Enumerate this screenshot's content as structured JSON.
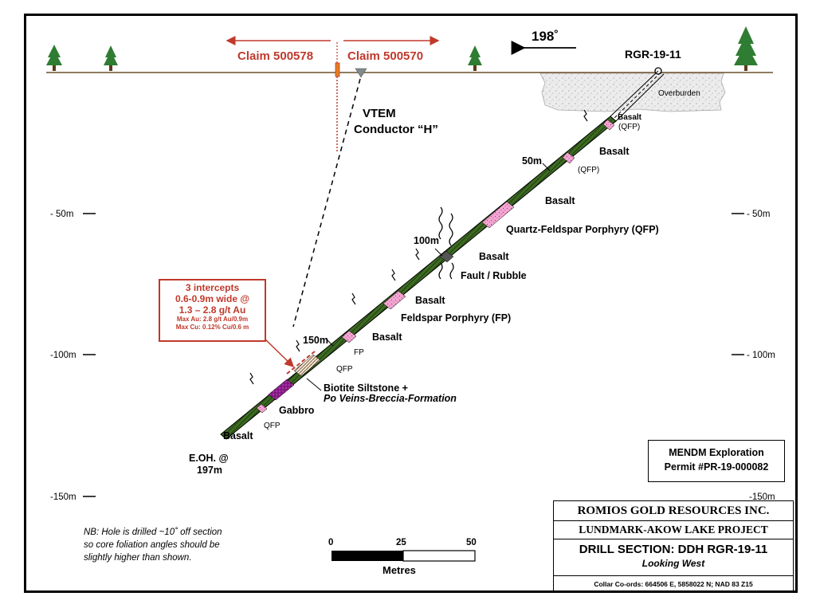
{
  "claims": {
    "left": "Claim 500578",
    "right": "Claim 500570"
  },
  "bearing": "198˚",
  "hole_id": "RGR-19-11",
  "overburden": "Overburden",
  "conductor": {
    "line1": "VTEM",
    "line2": "Conductor “H”"
  },
  "depth_ticks": {
    "m50": "- 50m",
    "m100": "-100m",
    "m150": "-150m"
  },
  "depth_ticks_right": {
    "m50": "- 50m",
    "m100": "- 100m",
    "m150": "-150m"
  },
  "lithology": {
    "basalt_top": "Basalt",
    "qfp_top": "(QFP)",
    "basalt_2": "Basalt",
    "qfp_2": "(QFP)",
    "m50": "50m",
    "basalt_3": "Basalt",
    "qfp_main": "Quartz-Feldspar Porphyry (QFP)",
    "m100": "100m",
    "basalt_4": "Basalt",
    "fault": "Fault / Rubble",
    "basalt_5": "Basalt",
    "fp": "Feldspar Porphyry (FP)",
    "basalt_6": "Basalt",
    "m150": "150m",
    "fp_short": "FP",
    "qfp_3": "QFP",
    "biotite_1": "Biotite  Siltstone +",
    "biotite_2": "Po Veins-Breccia-Formation",
    "gabbro": "Gabbro",
    "qfp_4": "QFP",
    "basalt_bottom": "Basalt",
    "eoh_1": "E.OH. @",
    "eoh_2": "197m"
  },
  "intercepts": {
    "line1": "3 intercepts",
    "line2": "0.6-0.9m wide @",
    "line3": "1.3 – 2.8 g/t Au",
    "line4": "Max Au:  2.8 g/t Au/0.9m",
    "line5": "Max Cu: 0.12% Cu/0.6 m"
  },
  "permit": {
    "line1": "MENDM Exploration",
    "line2": "Permit #PR-19-000082"
  },
  "note": {
    "line1": "NB: Hole is drilled ~10˚ off section",
    "line2": "so core foliation angles should be",
    "line3": "slightly higher than shown."
  },
  "scale": {
    "t0": "0",
    "t25": "25",
    "t50": "50",
    "unit": "Metres"
  },
  "title_block": {
    "company": "ROMIOS GOLD RESOURCES INC.",
    "project": "LUNDMARK-AKOW LAKE PROJECT",
    "section": "DRILL SECTION: DDH RGR-19-11",
    "view": "Looking West",
    "collar": "Collar Co-ords: 664506 E, 5858022 N;  NAD 83  Z15"
  },
  "colors": {
    "claim": "#c0392b",
    "basalt": "#3d6b22",
    "qfp": "#f4a6d3",
    "gabbro": "#8e1c8e",
    "tree": "#2e7d32"
  }
}
